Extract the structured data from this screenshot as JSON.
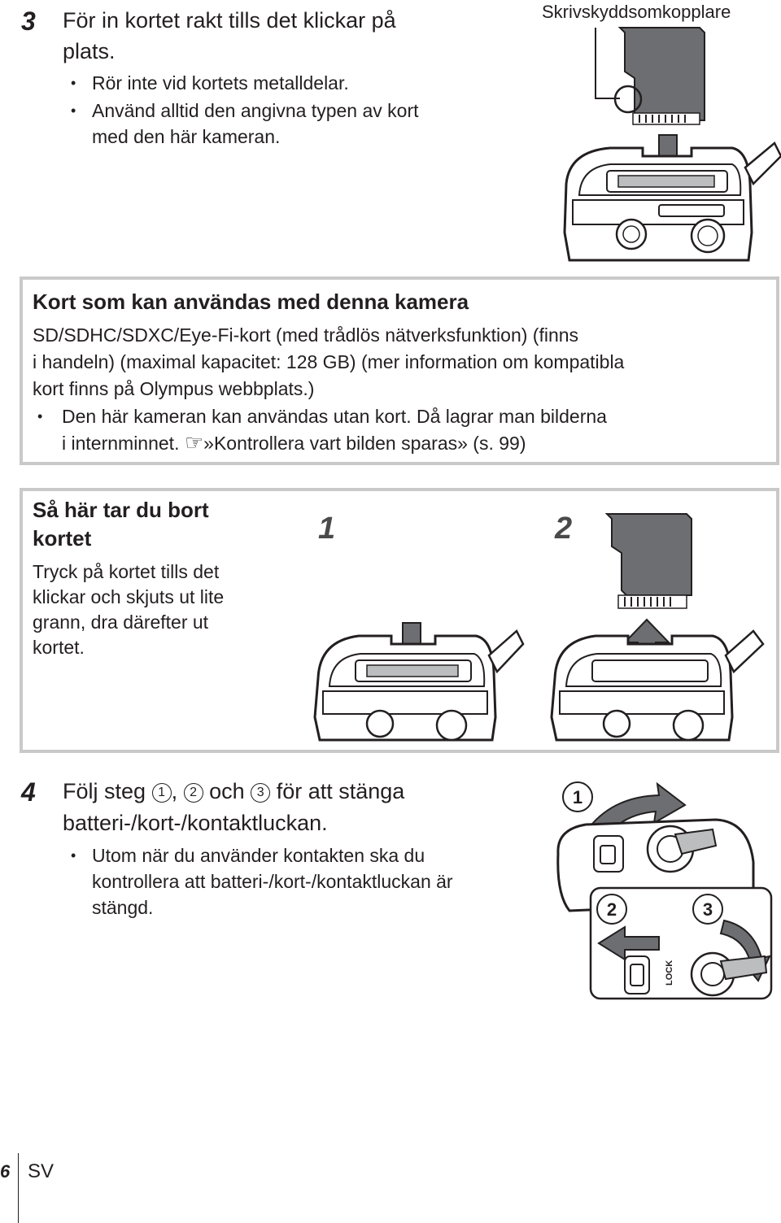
{
  "step3": {
    "number": "3",
    "title_line1": "För in kortet rakt tills det klickar på",
    "title_line2": "plats.",
    "bullets": [
      "Rör inte vid kortets metalldelar.",
      "Använd alltid den angivna typen av kort",
      "med den här kameran."
    ],
    "figure_label": "Skrivskyddsomkopplare"
  },
  "card_box": {
    "title": "Kort som kan användas med denna kamera",
    "lines": [
      "SD/SDHC/SDXC/Eye-Fi-kort (med trådlös nätverksfunktion) (finns",
      "i handeln) (maximal kapacitet: 128 GB) (mer information om kompatibla",
      "kort finns på Olympus webbplats.)"
    ],
    "bullet_line1": "Den här kameran kan användas utan kort. Då lagrar man bilderna",
    "bullet_line2_pre": "i internminnet.",
    "ref_symbol": "☞",
    "bullet_line2_post": "»Kontrollera vart bilden sparas» (s. 99)"
  },
  "remove_box": {
    "title_line1": "Så här tar du bort",
    "title_line2": "kortet",
    "lines": [
      "Tryck på kortet tills det",
      "klickar och skjuts ut lite",
      "grann, dra därefter ut",
      "kortet."
    ],
    "figure_label_1": "1",
    "figure_label_2": "2"
  },
  "step4": {
    "number": "4",
    "title_pre": "Följ steg",
    "c1": "1",
    "sep1": ",",
    "c2": "2",
    "sep2": "och",
    "c3": "3",
    "title_post": "för att stänga",
    "title_line2": "batteri-/kort-/kontaktluckan.",
    "bullets": [
      "Utom när du använder kontakten ska du",
      "kontrollera att batteri-/kort-/kontaktluckan är",
      "stängd."
    ],
    "fig_c1": "1",
    "fig_c2": "2",
    "fig_c3": "3",
    "lock_label": "LOCK"
  },
  "footer": {
    "page": "6",
    "lang": "SV"
  }
}
